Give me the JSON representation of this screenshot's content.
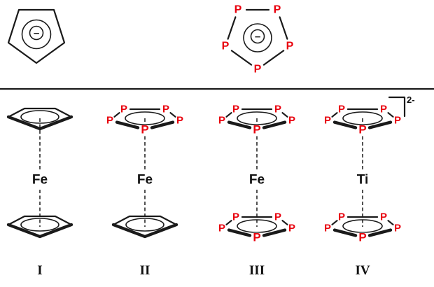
{
  "colors": {
    "phosphorus": "#e8000d",
    "bond": "#1a1a1a"
  },
  "symbols": {
    "phosphorus": "P",
    "minus": "−"
  },
  "complexes": [
    {
      "metal": "Fe",
      "numeral": "I"
    },
    {
      "metal": "Fe",
      "numeral": "II"
    },
    {
      "metal": "Fe",
      "numeral": "III"
    },
    {
      "metal": "Ti",
      "numeral": "IV",
      "charge": "2-"
    }
  ]
}
